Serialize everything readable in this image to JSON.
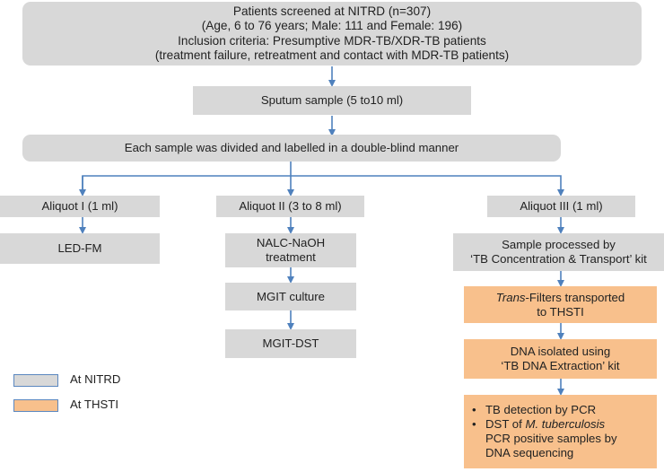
{
  "top_box": {
    "lines": [
      "Patients screened at NITRD (n=307)",
      "(Age, 6 to 76 years; Male: 111 and Female: 196)",
      "Inclusion criteria: Presumptive MDR-TB/XDR-TB patients",
      "(treatment failure, retreatment and contact with MDR-TB patients)"
    ]
  },
  "sputum": "Sputum sample (5 to10 ml)",
  "divided": "Each sample was divided and labelled in a double-blind manner",
  "aliquot1": {
    "label": "Aliquot I (1 ml)",
    "steps": [
      "LED-FM"
    ]
  },
  "aliquot2": {
    "label": "Aliquot II (3 to 8 ml)",
    "nalc": [
      "NALC-NaOH",
      "treatment"
    ],
    "mgit_culture": "MGIT culture",
    "mgit_dst": "MGIT-DST"
  },
  "aliquot3": {
    "label": "Aliquot III (1 ml)",
    "processed": [
      "Sample processed by",
      "‘TB Concentration & Transport’ kit"
    ],
    "trans_italic": "Trans",
    "trans_rest": "-Filters transported",
    "trans_line2": "to THSTI",
    "dna": [
      "DNA isolated using",
      "‘TB DNA Extraction’ kit"
    ],
    "bullet1": "TB detection by PCR",
    "bullet2_pre": "DST of ",
    "bullet2_italic": "M. tuberculosis",
    "bullet2_line2": "PCR positive samples by",
    "bullet2_line3": "DNA sequencing"
  },
  "legend": {
    "items": [
      {
        "label": "At NITRD",
        "color": "#d8d8d8"
      },
      {
        "label": "At THSTI",
        "color": "#f8c08c"
      }
    ]
  },
  "colors": {
    "arrow": "#4f81bd",
    "gray": "#d8d8d8",
    "orange": "#f8c08c",
    "legend_border": "#5b87bf"
  }
}
